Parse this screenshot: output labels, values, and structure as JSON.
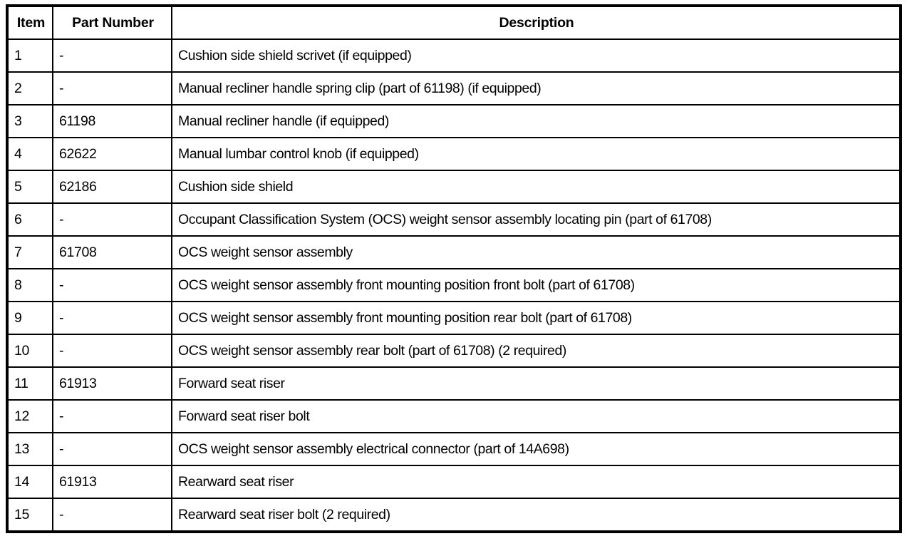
{
  "table": {
    "columns": [
      {
        "key": "item",
        "label": "Item",
        "align": "center"
      },
      {
        "key": "part_number",
        "label": "Part Number",
        "align": "center"
      },
      {
        "key": "description",
        "label": "Description",
        "align": "center"
      }
    ],
    "rows": [
      {
        "item": "1",
        "part_number": "-",
        "description": "Cushion side shield scrivet (if equipped)"
      },
      {
        "item": "2",
        "part_number": "-",
        "description": "Manual recliner handle spring clip (part of 61198) (if equipped)"
      },
      {
        "item": "3",
        "part_number": "61198",
        "description": "Manual recliner handle (if equipped)"
      },
      {
        "item": "4",
        "part_number": "62622",
        "description": "Manual lumbar control knob (if equipped)"
      },
      {
        "item": "5",
        "part_number": "62186",
        "description": "Cushion side shield"
      },
      {
        "item": "6",
        "part_number": "-",
        "description": "Occupant Classification System (OCS) weight sensor assembly locating pin (part of 61708)"
      },
      {
        "item": "7",
        "part_number": "61708",
        "description": "OCS weight sensor assembly"
      },
      {
        "item": "8",
        "part_number": "-",
        "description": "OCS weight sensor assembly front mounting position front bolt (part of 61708)"
      },
      {
        "item": "9",
        "part_number": "-",
        "description": "OCS weight sensor assembly front mounting position rear bolt (part of 61708)"
      },
      {
        "item": "10",
        "part_number": "-",
        "description": "OCS weight sensor assembly rear bolt (part of 61708) (2 required)"
      },
      {
        "item": "11",
        "part_number": "61913",
        "description": "Forward seat riser"
      },
      {
        "item": "12",
        "part_number": "-",
        "description": "Forward seat riser bolt"
      },
      {
        "item": "13",
        "part_number": "-",
        "description": "OCS weight sensor assembly electrical connector (part of 14A698)"
      },
      {
        "item": "14",
        "part_number": "61913",
        "description": "Rearward seat riser"
      },
      {
        "item": "15",
        "part_number": "-",
        "description": "Rearward seat riser bolt (2 required)"
      }
    ]
  },
  "colors": {
    "border": "#000000",
    "background": "#ffffff",
    "text": "#000000"
  }
}
